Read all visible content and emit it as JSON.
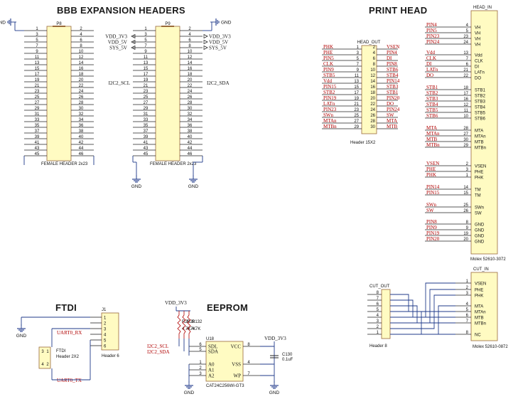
{
  "titles": {
    "bbb": "BBB EXPANSION HEADERS",
    "print": "PRINT HEAD",
    "ftdi": "FTDI",
    "eeprom": "EEPROM"
  },
  "p8": {
    "ref": "P8",
    "footer": "FEMALE HEADER 2x23",
    "left_pins": [
      "1",
      "3",
      "5",
      "7",
      "9",
      "11",
      "13",
      "15",
      "17",
      "19",
      "21",
      "23",
      "25",
      "27",
      "29",
      "31",
      "33",
      "35",
      "37",
      "39",
      "41",
      "43",
      "45"
    ],
    "right_pins": [
      "2",
      "4",
      "6",
      "8",
      "10",
      "12",
      "14",
      "16",
      "18",
      "20",
      "22",
      "24",
      "26",
      "28",
      "30",
      "32",
      "34",
      "36",
      "38",
      "40",
      "42",
      "44",
      "46"
    ],
    "gnd_label": "GND"
  },
  "p9": {
    "ref": "P9",
    "footer": "FEMALE HEADER 2x23",
    "left_pins": [
      "1",
      "3",
      "5",
      "7",
      "9",
      "11",
      "13",
      "15",
      "17",
      "19",
      "21",
      "23",
      "25",
      "27",
      "29",
      "31",
      "33",
      "35",
      "37",
      "39",
      "41",
      "43",
      "45"
    ],
    "right_pins": [
      "2",
      "4",
      "6",
      "8",
      "10",
      "12",
      "14",
      "16",
      "18",
      "20",
      "22",
      "24",
      "26",
      "28",
      "30",
      "32",
      "34",
      "36",
      "38",
      "40",
      "42",
      "44",
      "46"
    ],
    "left_nets": [
      "VDD_3V3",
      "VDD_5V",
      "SYS_5V",
      "I2C2_SCL"
    ],
    "right_nets": [
      "VDD_3V3",
      "VDD_5V",
      "SYS_5V",
      "I2C2_SDA"
    ],
    "gnd_label": "GND"
  },
  "head_out": {
    "ref": "HEAD_OUT",
    "footer": "Header 15X2",
    "left_nets": [
      "PHK",
      "PHE",
      "PIN5",
      "CLK",
      "PIN9",
      "STB5",
      "Vdd",
      "PIN15",
      "STB2",
      "PIN19",
      "LATn",
      "PIN23",
      "SWn",
      "MTAn",
      "MTBn"
    ],
    "left_pins": [
      "1",
      "3",
      "5",
      "7",
      "9",
      "11",
      "13",
      "15",
      "17",
      "19",
      "21",
      "23",
      "25",
      "27",
      "29"
    ],
    "right_pins": [
      "2",
      "4",
      "6",
      "8",
      "10",
      "12",
      "14",
      "16",
      "18",
      "20",
      "22",
      "24",
      "26",
      "28",
      "30"
    ],
    "right_nets": [
      "VSEN",
      "PIN4",
      "DI",
      "PIN8",
      "STB6",
      "STB4",
      "PIN14",
      "STB3",
      "STB1",
      "PIN20",
      "DO",
      "PIN24",
      "SW",
      "MTA",
      "MTB"
    ]
  },
  "head_in": {
    "ref": "HEAD_IN",
    "footer": "Molex 52610-3072",
    "groups": [
      [
        [
          "PIN4",
          "4",
          "VH"
        ],
        [
          "PIN5",
          "5",
          "VH"
        ],
        [
          "PIN23",
          "23",
          "VH"
        ],
        [
          "PIN24",
          "24",
          "VH"
        ]
      ],
      [
        [
          "Vdd",
          "13",
          "Vdd"
        ],
        [
          "CLK",
          "7",
          "CLK"
        ],
        [
          "DI",
          "6",
          "DI"
        ],
        [
          "LATn",
          "21",
          "LATn"
        ],
        [
          "DO",
          "22",
          "DO"
        ]
      ],
      [
        [
          "STB1",
          "18",
          "STB1"
        ],
        [
          "STB2",
          "17",
          "STB2"
        ],
        [
          "STB3",
          "16",
          "STB3"
        ],
        [
          "STB4",
          "12",
          "STB4"
        ],
        [
          "STB5",
          "11",
          "STB5"
        ],
        [
          "STB6",
          "10",
          "STB6"
        ]
      ],
      [
        [
          "MTA",
          "28",
          "MTA"
        ],
        [
          "MTAn",
          "27",
          "MTAn"
        ],
        [
          "MTB",
          "30",
          "MTB"
        ],
        [
          "MTBn",
          "29",
          "MTBn"
        ]
      ],
      [
        [
          "VSEN",
          "2",
          "VSEN"
        ],
        [
          "PHE",
          "3",
          "PHE"
        ],
        [
          "PHK",
          "1",
          "PHK"
        ]
      ],
      [
        [
          "PIN14",
          "14",
          "TM"
        ],
        [
          "PIN15",
          "15",
          "TM"
        ]
      ],
      [
        [
          "SWn",
          "25",
          "SWn"
        ],
        [
          "SW",
          "26",
          "SW"
        ]
      ],
      [
        [
          "PIN8",
          "8",
          "GND"
        ],
        [
          "PIN9",
          "9",
          "GND"
        ],
        [
          "PIN19",
          "19",
          "GND"
        ],
        [
          "PIN20",
          "20",
          "GND"
        ]
      ]
    ]
  },
  "cut_out": {
    "ref": "CUT_OUT",
    "footer": "Header 8",
    "pins": [
      "8",
      "7",
      "6",
      "5",
      "4",
      "3",
      "2",
      "1"
    ]
  },
  "cut_in": {
    "ref": "CUT_IN",
    "footer": "Molex 52610-0872",
    "pins": [
      [
        "1",
        "VSEN"
      ],
      [
        "2",
        "PHE"
      ],
      [
        "3",
        "PHK"
      ],
      [
        "4",
        "MTA"
      ],
      [
        "5",
        "MTAn"
      ],
      [
        "6",
        "MTB"
      ],
      [
        "7",
        "MTBn"
      ],
      [
        "8",
        "NC"
      ]
    ]
  },
  "ftdi": {
    "ref": "J1",
    "footer": "Header 6",
    "pins": [
      "1",
      "2",
      "3",
      "4",
      "5",
      "6"
    ],
    "net_rx": "UART0_RX",
    "net_tx": "UART0_TX",
    "jumper_ref": "FTDI",
    "jumper_footer": "Header 2X2",
    "jumper_pins": [
      "3",
      "1",
      "4",
      "2"
    ],
    "gnd_label": "GND"
  },
  "eeprom": {
    "ref": "U18",
    "part": "CAT24C256WI-GT3",
    "vdd_top": "VDD_3V3",
    "vdd_right": "VDD_3V3",
    "net_scl": "I2C2_SCL",
    "net_sda": "I2C2_SDA",
    "left_pins": [
      [
        "6",
        "SDL"
      ],
      [
        "5",
        "SDA"
      ],
      [
        "1",
        "A0"
      ],
      [
        "2",
        "A1"
      ],
      [
        "3",
        "A2"
      ]
    ],
    "right_pins": [
      [
        "8",
        "VCC"
      ],
      [
        "4",
        "VSS"
      ],
      [
        "7",
        "WP"
      ]
    ],
    "resistors": [
      "R20",
      "R28",
      "R132"
    ],
    "res_value": "4.7K",
    "cap_ref": "C130",
    "cap_value": "0.1uF",
    "gnd_label": "GND"
  },
  "gnd_symbols": [
    "GND",
    "GND",
    "GND",
    "GND",
    "GND",
    "GND"
  ]
}
